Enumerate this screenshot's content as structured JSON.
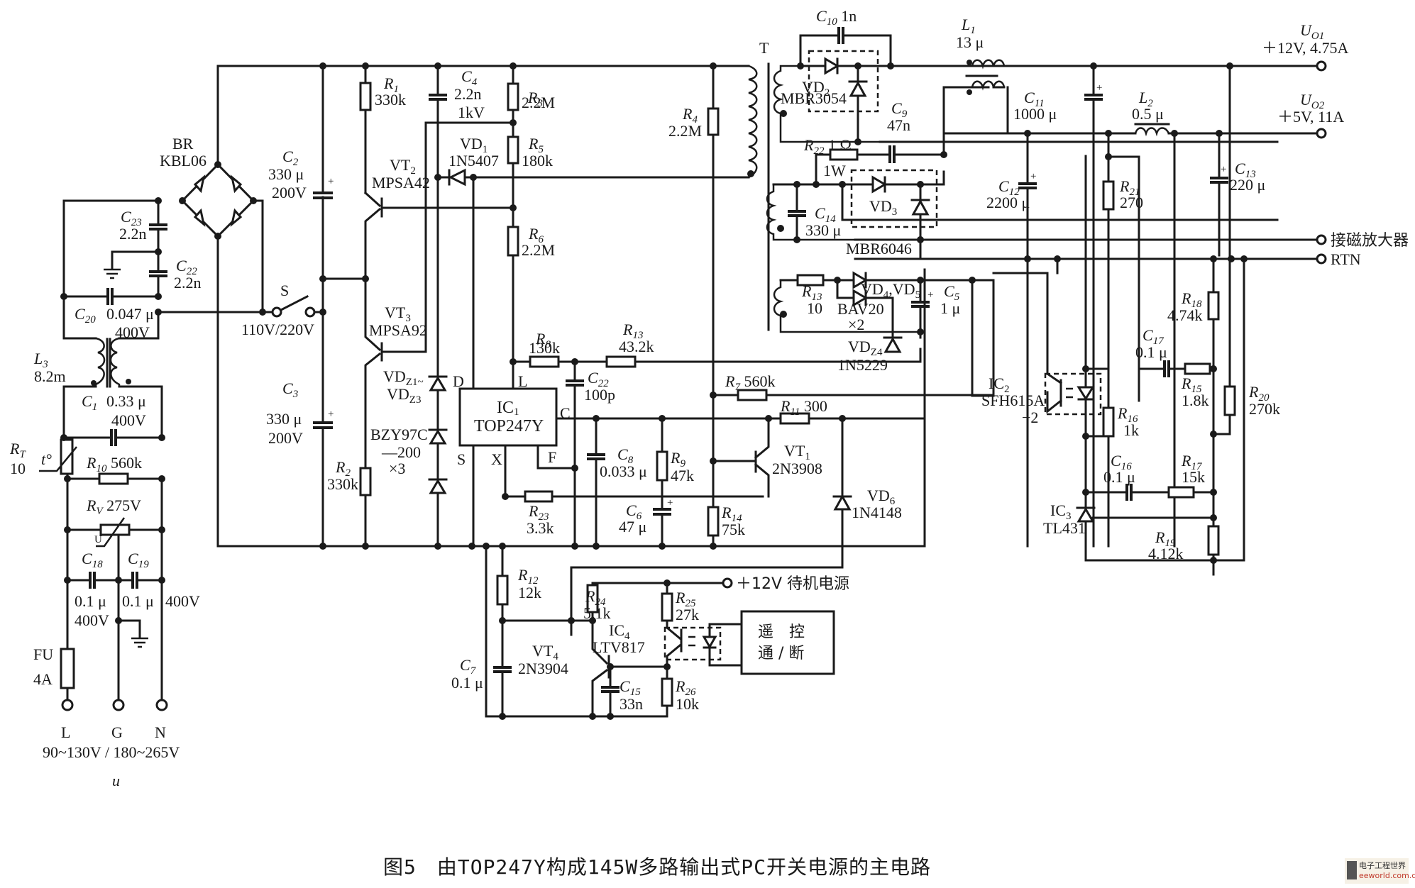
{
  "figure": {
    "caption": "图5　由TOP247Y构成145W多路输出式PC开关电源的主电路",
    "watermark": {
      "line1": "电子工程世界",
      "line2": "eeworld.com.cn",
      "accent_color": "#c0392b"
    }
  },
  "input": {
    "terminals": [
      "L",
      "G",
      "N"
    ],
    "voltage_range": "90~130V / 180~265V",
    "symbol": "u",
    "fuse": {
      "ref": "FU",
      "value": "4A"
    }
  },
  "components": {
    "RT": {
      "ref": "R",
      "sub": "T",
      "value": "10",
      "extra": "t°"
    },
    "R10": {
      "ref": "R",
      "sub": "10",
      "value": "560k"
    },
    "RV": {
      "ref": "R",
      "sub": "V",
      "value": "275V",
      "extra": "U"
    },
    "C1": {
      "ref": "C",
      "sub": "1",
      "value": "0.33 μ",
      "rating": "400V"
    },
    "C18": {
      "ref": "C",
      "sub": "18",
      "value": "0.1 μ",
      "rating": "400V"
    },
    "C19": {
      "ref": "C",
      "sub": "19",
      "value": "0.1 μ",
      "rating": "400V"
    },
    "L3": {
      "ref": "L",
      "sub": "3",
      "value": "8.2m"
    },
    "C20": {
      "ref": "C",
      "sub": "20",
      "value": "0.047 μ",
      "rating": "400V"
    },
    "C22a": {
      "ref": "C",
      "sub": "22",
      "value": "2.2n"
    },
    "C23": {
      "ref": "C",
      "sub": "23",
      "value": "2.2n"
    },
    "BR": {
      "ref": "BR",
      "value": "KBL06"
    },
    "S": {
      "ref": "S",
      "value": "110V/220V"
    },
    "C2": {
      "ref": "C",
      "sub": "2",
      "value": "330 μ",
      "rating": "200V"
    },
    "C3": {
      "ref": "C",
      "sub": "3",
      "value": "330 μ",
      "rating": "200V"
    },
    "R1": {
      "ref": "R",
      "sub": "1",
      "value": "330k"
    },
    "R2": {
      "ref": "R",
      "sub": "2",
      "value": "330k"
    },
    "VT2": {
      "ref": "VT",
      "sub": "2",
      "value": "MPSA42"
    },
    "VT3": {
      "ref": "VT",
      "sub": "3",
      "value": "MPSA92"
    },
    "C4": {
      "ref": "C",
      "sub": "4",
      "value": "2.2n",
      "rating": "1kV"
    },
    "VD1": {
      "ref": "VD",
      "sub": "1",
      "value": "1N5407"
    },
    "VDZ": {
      "ref": "VD",
      "sub": "Z1~",
      "ref2": "VD",
      "sub2": "Z3",
      "value": "BZY97C",
      "value2": "—200",
      "count": "×3"
    },
    "R3": {
      "ref": "R",
      "sub": "3",
      "value": "2.2M"
    },
    "R5": {
      "ref": "R",
      "sub": "5",
      "value": "180k"
    },
    "R6": {
      "ref": "R",
      "sub": "6",
      "value": "2.2M"
    },
    "R4": {
      "ref": "R",
      "sub": "4",
      "value": "2.2M"
    },
    "IC1": {
      "ref": "IC",
      "sub": "1",
      "value": "TOP247Y",
      "pins": {
        "D": "D",
        "S": "S",
        "X": "X",
        "L": "L",
        "C": "C",
        "F": "F"
      }
    },
    "R8": {
      "ref": "R",
      "sub": "8",
      "value": "130k"
    },
    "R13a": {
      "ref": "R",
      "sub": "13",
      "value": "43.2k"
    },
    "C22": {
      "ref": "C",
      "sub": "22",
      "value": "100p"
    },
    "C8": {
      "ref": "C",
      "sub": "8",
      "value": "0.033 μ"
    },
    "R9": {
      "ref": "R",
      "sub": "9",
      "value": "47k"
    },
    "C6": {
      "ref": "C",
      "sub": "6",
      "value": "47 μ"
    },
    "R23": {
      "ref": "R",
      "sub": "23",
      "value": "3.3k"
    },
    "R14": {
      "ref": "R",
      "sub": "14",
      "value": "75k"
    },
    "R7": {
      "ref": "R",
      "sub": "7",
      "value": "560k"
    },
    "R11": {
      "ref": "R",
      "sub": "11",
      "value": "300"
    },
    "VT1": {
      "ref": "VT",
      "sub": "1",
      "value": "2N3908"
    },
    "VD6": {
      "ref": "VD",
      "sub": "6",
      "value": "1N4148"
    },
    "R12": {
      "ref": "R",
      "sub": "12",
      "value": "12k"
    },
    "C7": {
      "ref": "C",
      "sub": "7",
      "value": "0.1 μ"
    },
    "R24": {
      "ref": "R",
      "sub": "24",
      "value": "5.1k"
    },
    "VT4": {
      "ref": "VT",
      "sub": "4",
      "value": "2N3904"
    },
    "C15": {
      "ref": "C",
      "sub": "15",
      "value": "33n"
    },
    "IC4": {
      "ref": "IC",
      "sub": "4",
      "value": "LTV817"
    },
    "R25": {
      "ref": "R",
      "sub": "25",
      "value": "27k"
    },
    "R26": {
      "ref": "R",
      "sub": "26",
      "value": "10k"
    },
    "standby": {
      "label": "＋12V 待机电源"
    },
    "remote": {
      "line1": "遥　控",
      "line2": "通 / 断"
    },
    "T": {
      "ref": "T"
    },
    "C10": {
      "ref": "C",
      "sub": "10",
      "value": "1n"
    },
    "VD2": {
      "ref": "VD",
      "sub": "2",
      "value": "MBR3054"
    },
    "C9": {
      "ref": "C",
      "sub": "9",
      "value": "47n"
    },
    "R22": {
      "ref": "R",
      "sub": "22",
      "value": "1 Ω",
      "rating": "1W"
    },
    "C14": {
      "ref": "C",
      "sub": "14",
      "value": "330 μ"
    },
    "VD3": {
      "ref": "VD",
      "sub": "3",
      "value": "MBR6046"
    },
    "R13": {
      "ref": "R",
      "sub": "13",
      "value": "10"
    },
    "VD45": {
      "ref": "VD",
      "sub": "4",
      "ref2": ",VD",
      "sub2": "5",
      "value": "BAV20",
      "count": "×2"
    },
    "C5": {
      "ref": "C",
      "sub": "5",
      "value": "1 μ"
    },
    "VDZ4": {
      "ref": "VD",
      "sub": "Z4",
      "value": "1N5229"
    },
    "L1": {
      "ref": "L",
      "sub": "1",
      "value": "13 μ"
    },
    "L2": {
      "ref": "L",
      "sub": "2",
      "value": "0.5 μ"
    },
    "C11": {
      "ref": "C",
      "sub": "11",
      "value": "1000 μ"
    },
    "C12": {
      "ref": "C",
      "sub": "12",
      "value": "2200 μ"
    },
    "C13": {
      "ref": "C",
      "sub": "13",
      "value": "220 μ"
    },
    "R21": {
      "ref": "R",
      "sub": "21",
      "value": "270"
    },
    "IC2": {
      "ref": "IC",
      "sub": "2",
      "value": "SFH615A",
      "value2": "−2"
    },
    "R16": {
      "ref": "R",
      "sub": "16",
      "value": "1k"
    },
    "R18": {
      "ref": "R",
      "sub": "18",
      "value": "4.74k"
    },
    "C17": {
      "ref": "C",
      "sub": "17",
      "value": "0.1 μ"
    },
    "R15": {
      "ref": "R",
      "sub": "15",
      "value": "1.8k"
    },
    "R20": {
      "ref": "R",
      "sub": "20",
      "value": "270k"
    },
    "C16": {
      "ref": "C",
      "sub": "16",
      "value": "0.1 μ"
    },
    "R17": {
      "ref": "R",
      "sub": "17",
      "value": "15k"
    },
    "IC3": {
      "ref": "IC",
      "sub": "3",
      "value": "TL431"
    },
    "R19": {
      "ref": "R",
      "sub": "19",
      "value": "4.12k"
    }
  },
  "outputs": {
    "UO1": {
      "ref": "U",
      "sub": "O1",
      "value": "＋12V, 4.75A"
    },
    "UO2": {
      "ref": "U",
      "sub": "O2",
      "value": "＋5V, 11A"
    },
    "mag_amp": {
      "label": "接磁放大器"
    },
    "rtn": {
      "label": "RTN"
    }
  }
}
